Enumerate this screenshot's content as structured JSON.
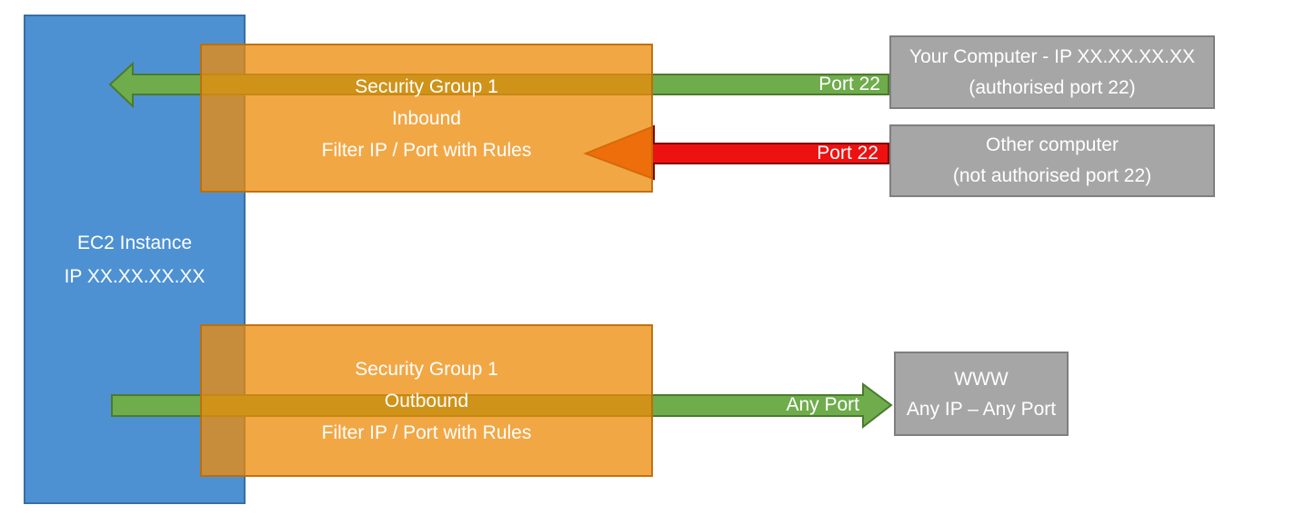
{
  "ec2": {
    "line1": "EC2 Instance",
    "line2": "IP XX.XX.XX.XX",
    "fill": "#4E91D2"
  },
  "security_groups": {
    "fill_orange": "#EE8B0A",
    "inbound": {
      "line1": "Security Group 1",
      "line2": "Inbound",
      "line3": "Filter IP / Port with Rules"
    },
    "outbound": {
      "line1": "Security Group 1",
      "line2": "Outbound",
      "line3": "Filter IP / Port with Rules"
    }
  },
  "endpoints": {
    "fill_gray": "#A6A6A6",
    "your_computer": {
      "line1": "Your Computer - IP XX.XX.XX.XX",
      "line2": "(authorised port 22)"
    },
    "other_computer": {
      "line1": "Other computer",
      "line2": "(not authorised port 22)"
    },
    "www": {
      "line1": "WWW",
      "line2": "Any IP – Any Port"
    }
  },
  "arrows": {
    "inbound_allowed": {
      "label": "Port 22",
      "color": "#6FAC4C"
    },
    "inbound_blocked": {
      "label": "Port 22",
      "color": "#EE1111"
    },
    "outbound_allowed": {
      "label": "Any Port",
      "color": "#6FAC4C"
    }
  }
}
